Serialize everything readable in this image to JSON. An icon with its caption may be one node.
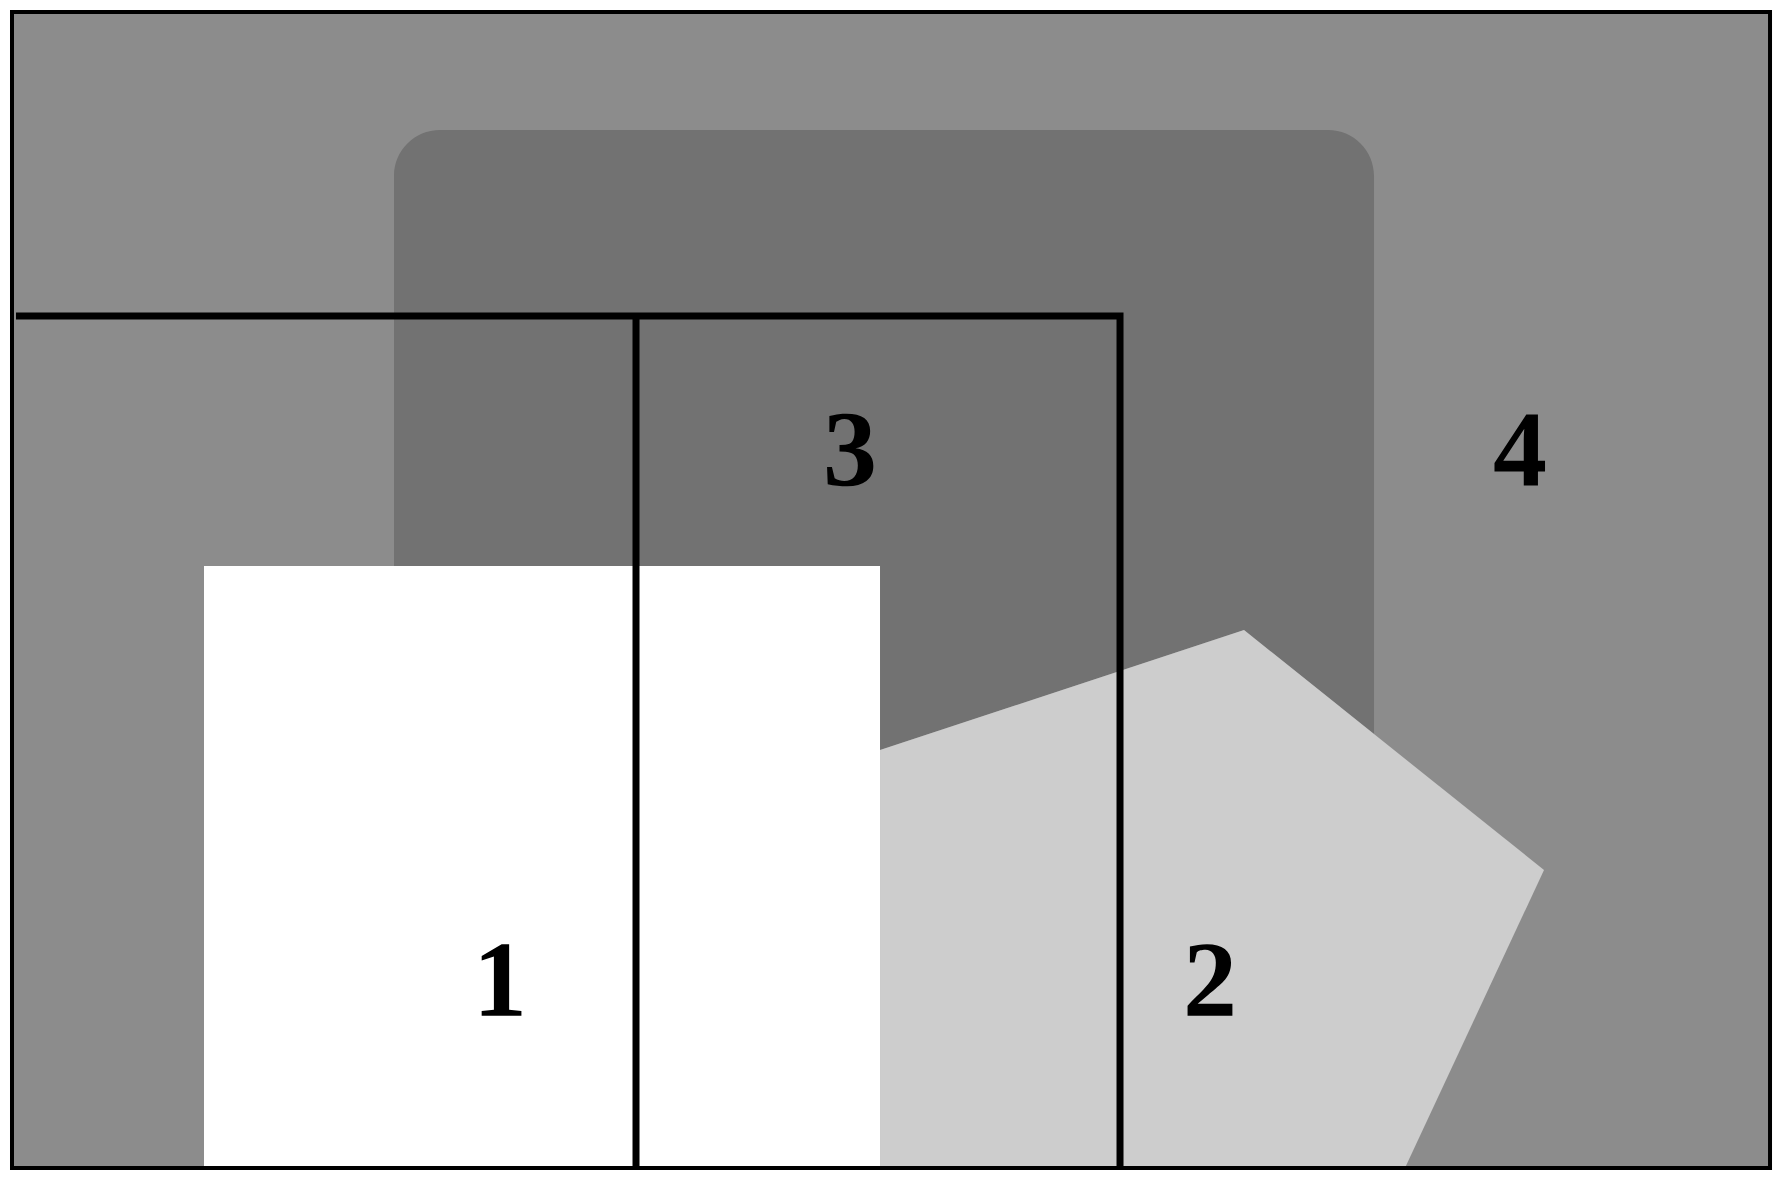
{
  "diagram": {
    "nodes": [
      {
        "text": [
          "4"
        ]
      },
      {
        "text": [
          "3"
        ],
        "in": 0
      },
      {
        "text": [
          "1"
        ],
        "in": 0
      },
      {
        "text": [
          "2"
        ],
        "in": 0
      }
    ]
  }
}
